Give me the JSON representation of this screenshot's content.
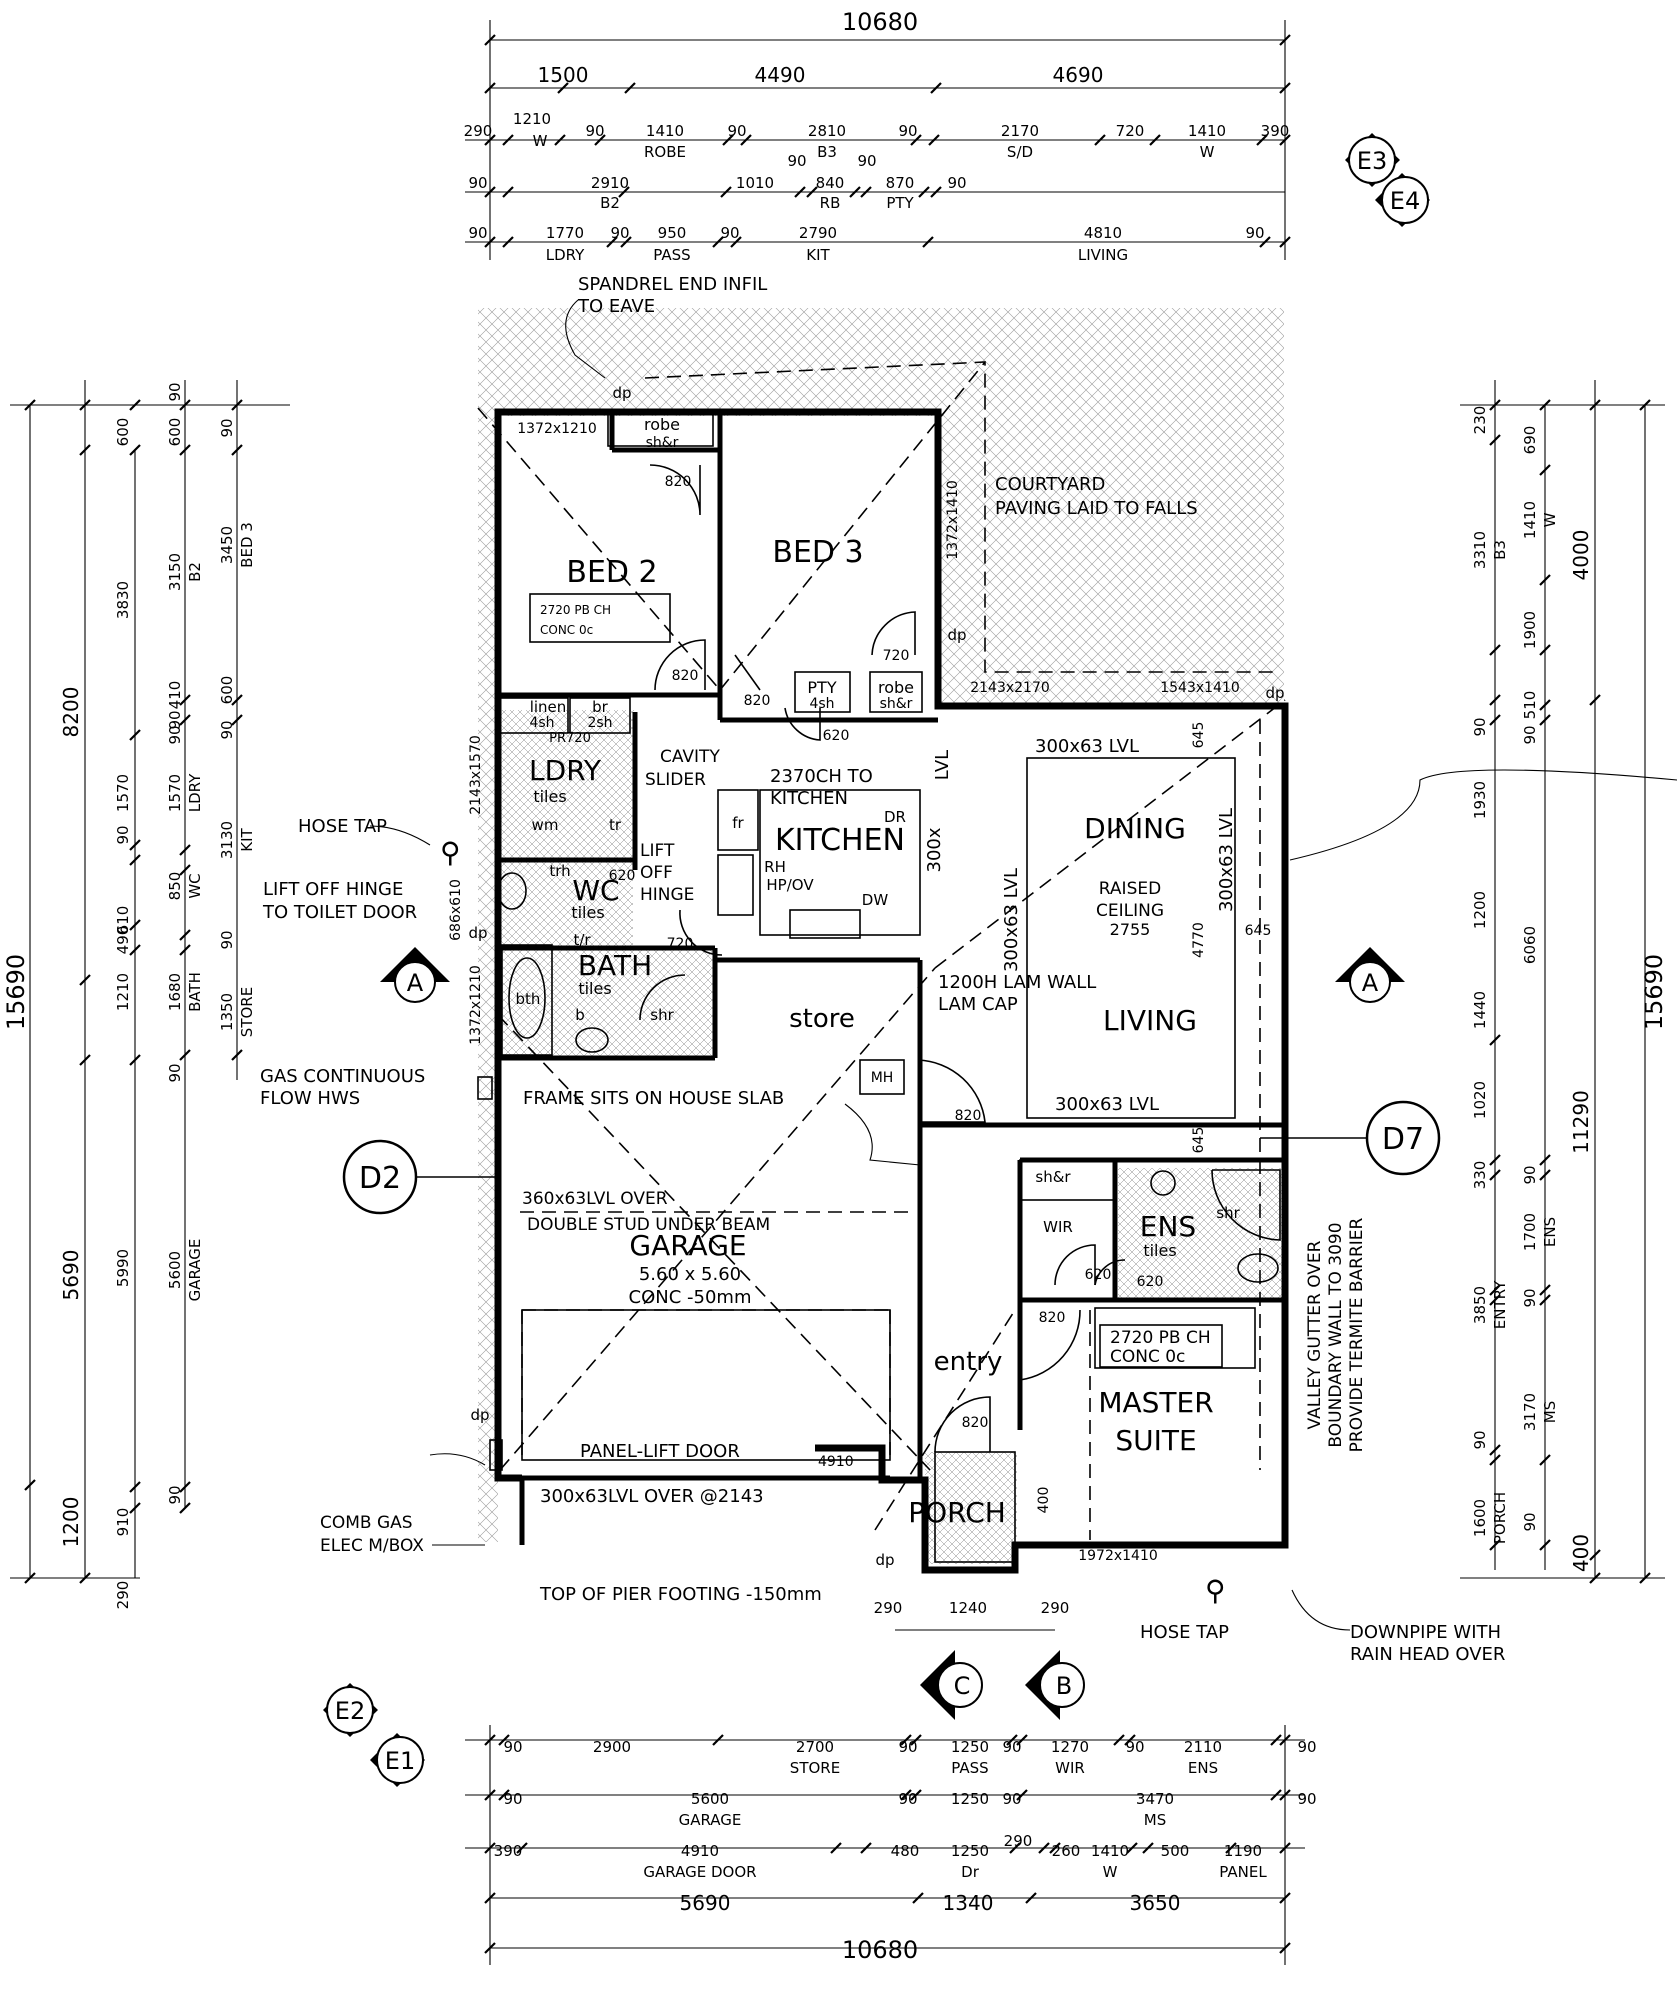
{
  "overall": {
    "width": "10680",
    "depth": "15690"
  },
  "top_dims": {
    "row1": [
      "1500",
      "4490",
      "4690"
    ],
    "row2": [
      "290",
      "1210",
      "W",
      "90",
      "1410",
      "ROBE",
      "90",
      "2810",
      "B3",
      "90",
      "2170",
      "S/D",
      "720",
      "1410",
      "W",
      "390"
    ],
    "row3": [
      "90",
      "2910",
      "B2",
      "1010",
      "90",
      "840",
      "RB",
      "90",
      "870",
      "PTY",
      "90"
    ],
    "row4": [
      "90",
      "1770",
      "LDRY",
      "90",
      "950",
      "PASS",
      "90",
      "2790",
      "KIT",
      "4810",
      "LIVING",
      "90"
    ]
  },
  "bottom_dims": {
    "row1": [
      "90",
      "2900",
      "2700",
      "STORE",
      "90",
      "1250",
      "PASS",
      "90",
      "1270",
      "WIR",
      "90",
      "2110",
      "ENS",
      "90"
    ],
    "row2": [
      "90",
      "5600",
      "GARAGE",
      "90",
      "1250",
      "90",
      "3470",
      "MS",
      "90"
    ],
    "row3": [
      "390",
      "4910",
      "GARAGE DOOR",
      "480",
      "1250",
      "Dr",
      "290",
      "260",
      "1410",
      "W",
      "500",
      "1190",
      "PANEL"
    ],
    "row4": [
      "5690",
      "1340",
      "3650"
    ],
    "porch": [
      "290",
      "1240",
      "290"
    ]
  },
  "left_dims": {
    "outer": [
      "8200",
      "5690",
      "1200"
    ],
    "col2": [
      "600",
      "3830",
      "1570",
      "1210",
      "5990",
      "910",
      "290"
    ],
    "col3": [
      "90",
      "600",
      "3150",
      "B2",
      "90",
      "1570",
      "LDRY",
      "610",
      "90",
      "490",
      "1680",
      "BATH",
      "850",
      "WC",
      "410",
      "90",
      "90",
      "5600",
      "GARAGE",
      "90"
    ],
    "col4": [
      "90",
      "3450",
      "BED 3",
      "600",
      "90",
      "3130",
      "KIT",
      "90",
      "1350",
      "STORE"
    ]
  },
  "right_dims": {
    "outer": [
      "4000",
      "11290",
      "400"
    ],
    "col1": [
      "230",
      "3310",
      "B3",
      "90",
      "1930",
      "1200",
      "1440",
      "1020",
      "330",
      "3850",
      "ENTRY",
      "90",
      "1600",
      "PORCH"
    ],
    "col2": [
      "690",
      "1410",
      "W",
      "1900",
      "510",
      "90",
      "6060",
      "90",
      "1700",
      "ENS",
      "90",
      "3170",
      "MS",
      "90"
    ]
  },
  "elevations": [
    "E3",
    "E4",
    "E2",
    "E1"
  ],
  "sections": [
    "A",
    "A",
    "C",
    "B",
    "D2",
    "D7"
  ],
  "rooms": {
    "bed2": "BED 2",
    "bed3": "BED 3",
    "ldry": "LDRY",
    "wc": "WC",
    "bath": "BATH",
    "kitchen": "KITCHEN",
    "dining": "DINING",
    "living": "LIVING",
    "store": "store",
    "garage": "GARAGE",
    "ens": "ENS",
    "master": "MASTER",
    "master2": "SUITE",
    "entry": "entry",
    "porch": "PORCH",
    "courtyard1": "COURTYARD",
    "courtyard2": "PAVING LAID TO FALLS",
    "tiles": "tiles",
    "garage_size": "5.60 x 5.60",
    "garage_conc": "CONC -50mm",
    "raised1": "RAISED",
    "raised2": "CEILING",
    "raised_dim": "2755"
  },
  "fixtures": {
    "robe_top": "robe",
    "shr_top": "sh&r",
    "linen1": "linen",
    "linen2": "4sh",
    "br1": "br",
    "br2": "2sh",
    "pr": "PR720",
    "pty1": "PTY",
    "pty2": "4sh",
    "robe3": "robe",
    "shr3": "sh&r",
    "fr": "fr",
    "rh": "RH",
    "hpov": "HP/OV",
    "dr": "DR",
    "dw": "DW",
    "wm": "wm",
    "tr": "tr",
    "trh": "trh",
    "bth": "bth",
    "tr2": "t/r",
    "b": "b",
    "shr": "shr",
    "mh": "MH",
    "ensshr": "shr",
    "wir": "WIR",
    "wirshr": "sh&r",
    "dp": "dp"
  },
  "doors": [
    "820",
    "820",
    "820",
    "720",
    "620",
    "720",
    "620",
    "820",
    "820",
    "620",
    "620",
    "820",
    "820"
  ],
  "windows": [
    "1372x1210",
    "1372x1410",
    "2143x2170",
    "1543x1410",
    "2143x1570",
    "686x610",
    "1372x1210",
    "1972x1410"
  ],
  "notes": {
    "spandrel1": "SPANDREL END INFIL",
    "spandrel2": "TO EAVE",
    "pb1": "2720 PB CH",
    "pb2": "CONC 0c",
    "pb3": "2720 PB CH",
    "pb4": "CONC 0c",
    "cavity1": "CAVITY",
    "cavity2": "SLIDER",
    "ch1": "2370CH TO",
    "ch2": "KITCHEN",
    "liftoff1": "LIFT",
    "liftoff2": "OFF",
    "liftoff3": "HINGE",
    "hosetap": "HOSE TAP",
    "hinge1": "LIFT OFF HINGE",
    "hinge2": "TO TOILET DOOR",
    "gas1": "GAS CONTINUOUS",
    "gas2": "FLOW HWS",
    "frame": "FRAME SITS ON HOUSE SLAB",
    "lvl_top": "300x63 LVL",
    "lvl_right": "300x63 LVL",
    "lvl_mid": "300x63 LVL",
    "lvl_k1": "300x",
    "lvl_k2": "LVL",
    "lvl_bot": "300x63 LVL",
    "lvl_645a": "645",
    "lvl_645b": "645",
    "lvl_645c": "645",
    "lvl_4770": "4770",
    "lam1": "1200H LAM WALL",
    "lam2": "LAM CAP",
    "beam1": "360x63LVL OVER",
    "beam2": "DOUBLE STUD UNDER BEAM",
    "panel": "PANEL-LIFT DOOR",
    "panel_dim": "4910",
    "lvl_garage": "300x63LVL OVER @2143",
    "comb1": "COMB GAS",
    "comb2": "ELEC M/BOX",
    "pier": "TOP OF PIER FOOTING -150mm",
    "hose2": "HOSE TAP",
    "down1": "DOWNPIPE WITH",
    "down2": "RAIN HEAD OVER",
    "valley1": "VALLEY GUTTER OVER",
    "valley2": "BOUNDARY WALL TO 3090",
    "valley3": "PROVIDE TERMITE BARRIER",
    "porch_dim": "400"
  }
}
